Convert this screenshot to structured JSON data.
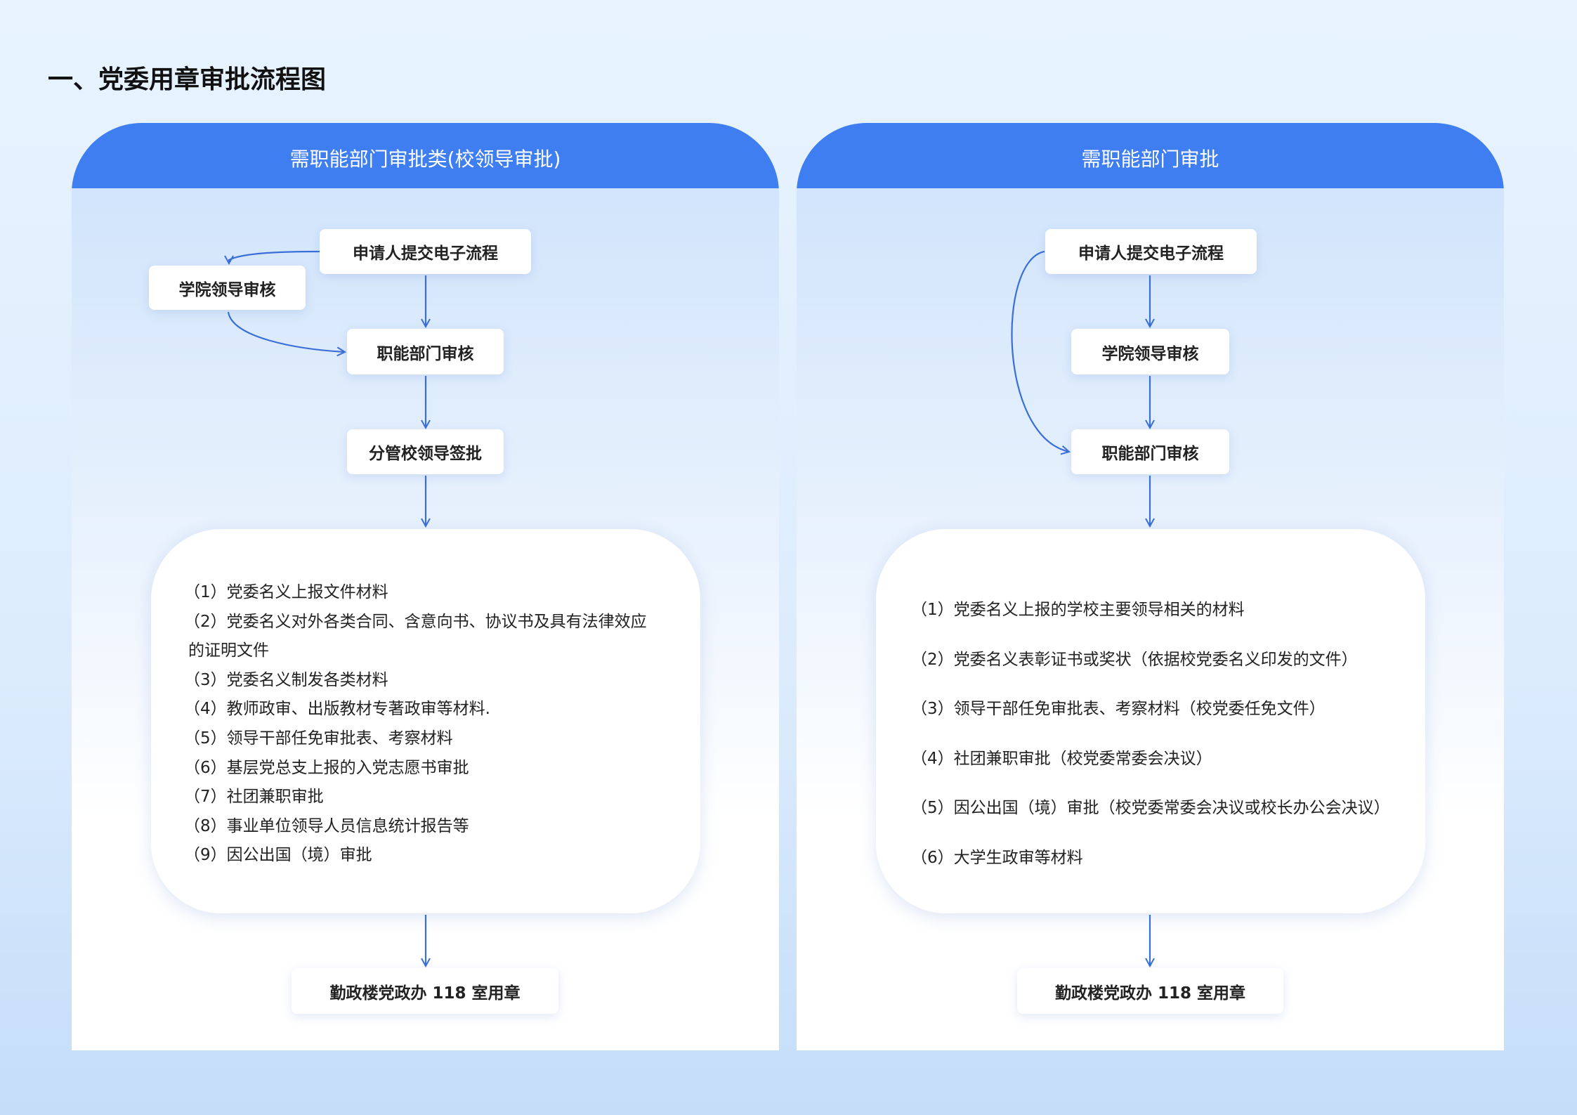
{
  "title": "一、党委用章审批流程图",
  "left": {
    "header": "需职能部门审批类(校领导审批)",
    "steps": {
      "submit": "申请人提交电子流程",
      "college": "学院领导审核",
      "dept": "职能部门审核",
      "leader": "分管校领导签批",
      "stamp": "勤政楼党政办 118 室用章"
    },
    "items": [
      "（1）党委名义上报文件材料",
      "（2）党委名义对外各类合同、含意向书、协议书及具有法律效应",
      "的证明文件",
      "（3）党委名义制发各类材料",
      "（4）教师政审、出版教材专著政审等材料.",
      "（5）领导干部任免审批表、考察材料",
      "（6）基层党总支上报的入党志愿书审批",
      "（7）社团兼职审批",
      "（8）事业单位领导人员信息统计报告等",
      "（9）因公出国（境）审批"
    ]
  },
  "right": {
    "header": "需职能部门审批",
    "steps": {
      "submit": "申请人提交电子流程",
      "college": "学院领导审核",
      "dept": "职能部门审核",
      "stamp": "勤政楼党政办 118 室用章"
    },
    "items": [
      "（1）党委名义上报的学校主要领导相关的材料",
      "（2）党委名义表彰证书或奖状（依据校党委名义印发的文件）",
      "（3）领导干部任免审批表、考察材料（校党委任免文件）",
      "（4）社团兼职审批（校党委常委会决议）",
      "（5）因公出国（境）审批（校党委常委会决议或校长办公会决议）",
      "（6）大学生政审等材料"
    ]
  },
  "colors": {
    "header": "#3f7ef0",
    "arrow": "#3a6fd8"
  }
}
